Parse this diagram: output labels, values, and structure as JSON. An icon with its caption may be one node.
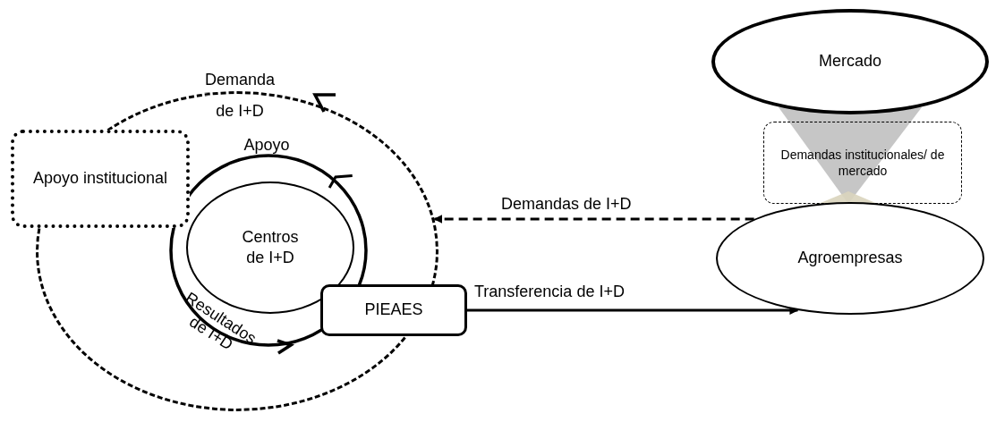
{
  "diagram": {
    "nodes": [
      {
        "text": [],
        "shape": "circle"
      },
      {
        "text": [
          "Apoyo institucional"
        ]
      },
      {
        "text": [
          "Centros de I+D"
        ],
        "in": 0
      },
      {
        "text": [
          "PIEAES"
        ]
      },
      {
        "text": [
          "Mercado"
        ]
      },
      {
        "text": [
          "Demandas institucionales/ de mercado"
        ]
      },
      {
        "text": [
          "Agroempresas"
        ]
      }
    ],
    "edges": [
      {
        "from": 6,
        "to": 0,
        "arrow": "to",
        "label": "Demandas de I+D",
        "style": "dashed"
      },
      {
        "from": 3,
        "to": 6,
        "arrow": "to",
        "label": "Transferencia de I+D"
      }
    ],
    "labels": [
      "Demanda de I+D",
      "Apoyo",
      "Resultados de I+D"
    ]
  }
}
